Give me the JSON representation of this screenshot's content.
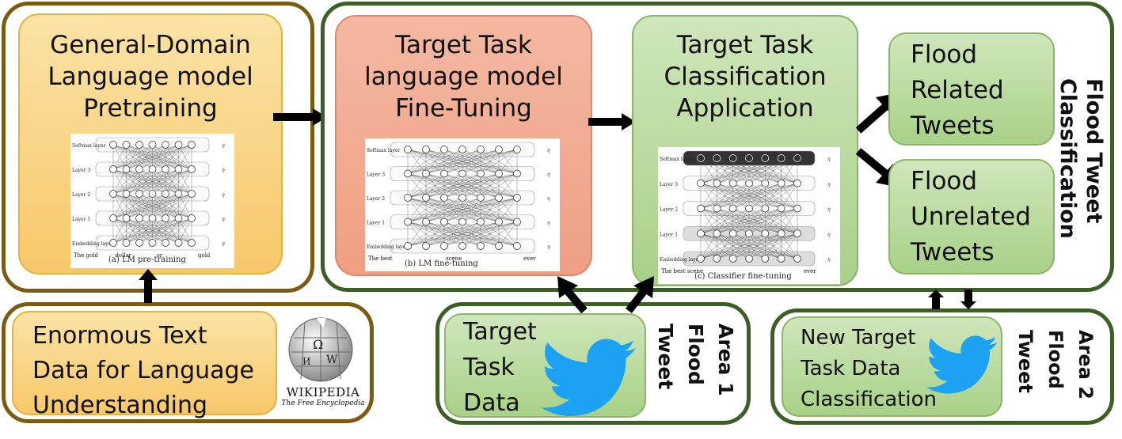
{
  "stage_pretrain": {
    "title": [
      "General-Domain",
      "Language model",
      "Pretraining"
    ],
    "figure_caption": "(a) LM pre-training",
    "figure_layers": [
      "Softmax layer",
      "Layer 3",
      "Layer 2",
      "Layer 1",
      "Embedding layer"
    ],
    "figure_tokens": [
      "The gold",
      "dollar",
      "or",
      "gold"
    ]
  },
  "text_source": {
    "label": [
      "Enormous Text",
      "Data for Language",
      "Understanding"
    ],
    "logo_name": "WIKIPEDIA",
    "logo_tagline": "The Free Encyclopedia"
  },
  "stage_finetune": {
    "title": [
      "Target Task",
      "language model",
      "Fine-Tuning"
    ],
    "figure_caption": "(b) LM fine-tuning",
    "figure_layers": [
      "Softmax layer",
      "Layer 3",
      "Layer 2",
      "Layer 1",
      "Embedding layer"
    ],
    "figure_tokens": [
      "The best",
      "scene",
      "ever"
    ]
  },
  "stage_classify": {
    "title": [
      "Target Task",
      "Classification",
      "Application"
    ],
    "figure_caption": "(c) Classifier fine-tuning",
    "figure_layers": [
      "Softmax layer",
      "Layer 3",
      "Layer 2",
      "Layer 1",
      "Embedding layer"
    ],
    "figure_tokens": [
      "The best scene",
      "ever"
    ]
  },
  "outputs": {
    "related": [
      "Flood",
      "Related",
      "Tweets"
    ],
    "unrelated": [
      "Flood",
      "Unrelated",
      "Tweets"
    ],
    "side_label": [
      "Flood Tweet",
      "Classification"
    ]
  },
  "area1": {
    "label": [
      "Target",
      "Task",
      "Data"
    ],
    "side_label": [
      "Area 1",
      "Flood",
      "Tweet"
    ]
  },
  "area2": {
    "label": [
      "New Target",
      "Task Data",
      "Classification"
    ],
    "side_label": [
      "Area 2",
      "Flood",
      "Tweet"
    ]
  },
  "icons": {
    "bird": "twitter-bird-icon",
    "globe": "wikipedia-globe-icon",
    "arrow": "arrow-icon"
  },
  "colors": {
    "brown_border": "#7a5c10",
    "green_border": "#3d5e26",
    "orange_fill": "#f7c86a",
    "salmon_fill": "#ef9f82",
    "green_fill": "#a8d187",
    "twitter_blue": "#1da1f2"
  }
}
